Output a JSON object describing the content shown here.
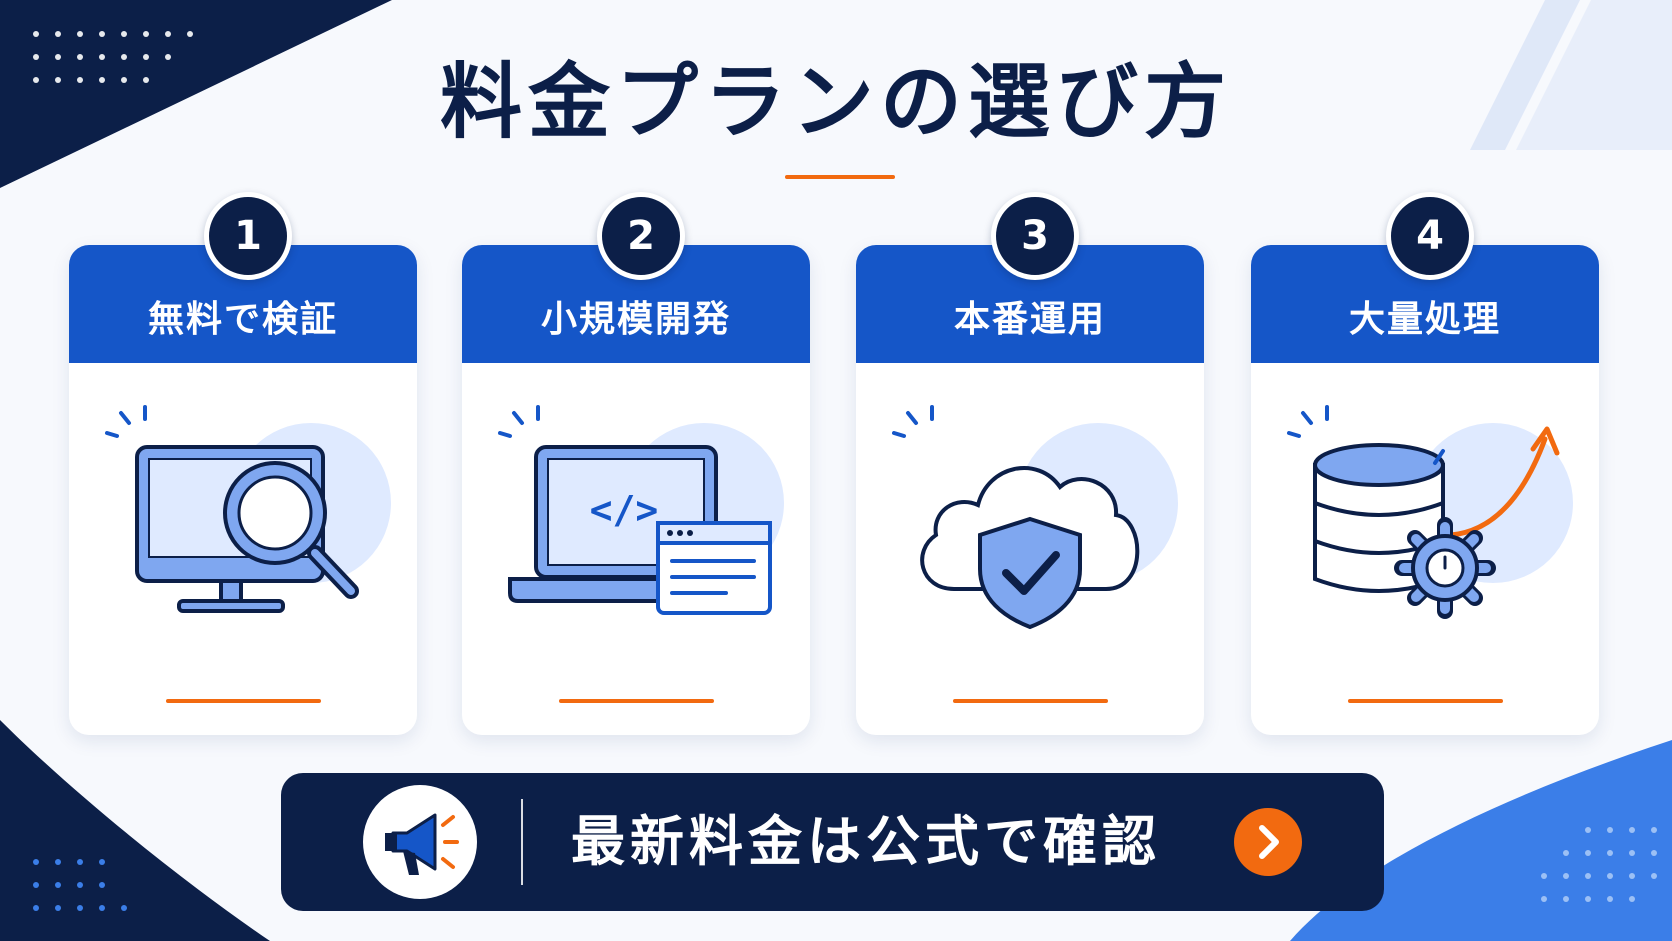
{
  "title": "料金プランの選び方",
  "colors": {
    "navy": "#0c1f48",
    "primary_blue": "#1556c8",
    "accent_orange": "#f26a10",
    "light_blue": "#dfeaff",
    "background": "#f7f9fd"
  },
  "steps": [
    {
      "number": "1",
      "label": "無料で検証",
      "icon": "monitor-magnifier-icon"
    },
    {
      "number": "2",
      "label": "小規模開発",
      "icon": "laptop-code-icon"
    },
    {
      "number": "3",
      "label": "本番運用",
      "icon": "cloud-shield-icon"
    },
    {
      "number": "4",
      "label": "大量処理",
      "icon": "database-gear-growth-icon"
    }
  ],
  "cta": {
    "label": "最新料金は公式で確認",
    "icon": "megaphone-icon",
    "arrow_icon": "chevron-right-icon"
  }
}
